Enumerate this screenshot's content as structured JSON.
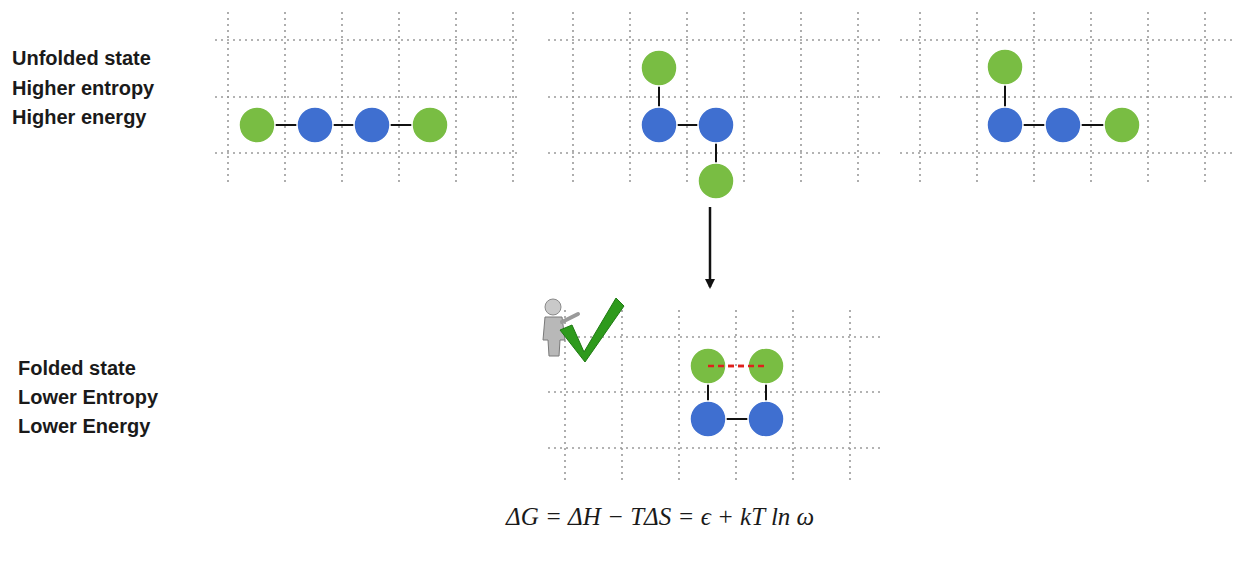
{
  "diagram": {
    "labels": [
      "Unfolded state",
      "Higher entropy",
      "Higher energy",
      "Folded state",
      "Lower Entropy",
      "Lower Energy",
      "ΔG = ΔH − TΔS = ϵ + kT ln ω"
    ]
  }
}
